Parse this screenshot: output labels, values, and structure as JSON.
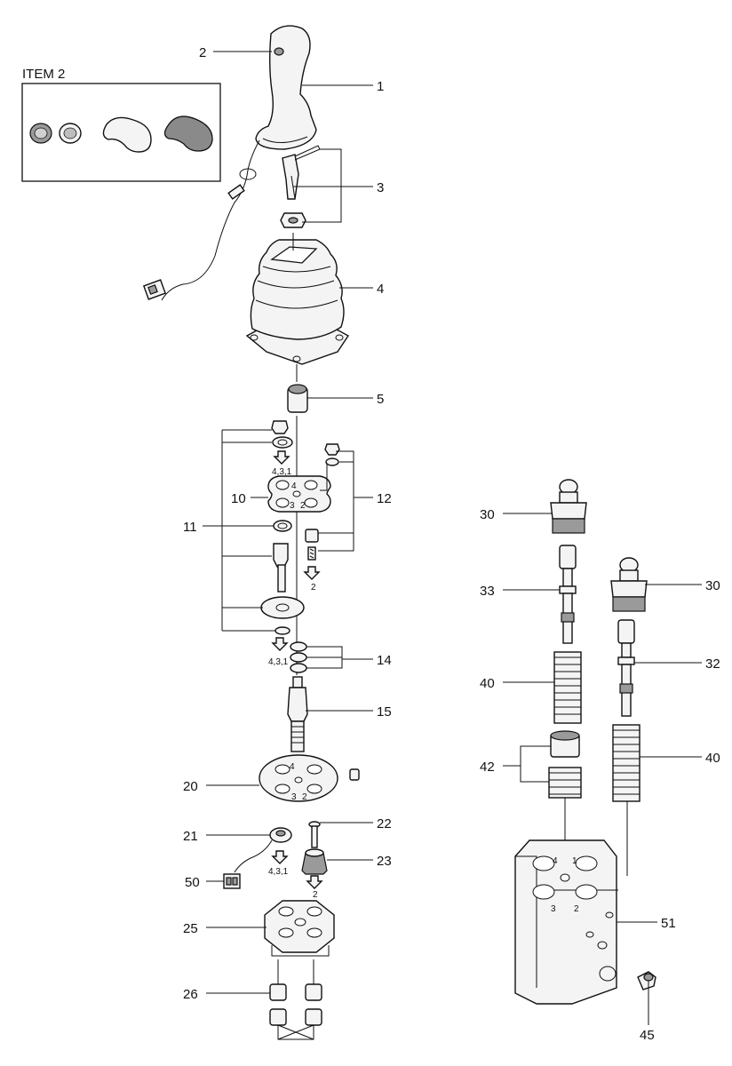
{
  "inset_title": "ITEM 2",
  "callouts": {
    "c1": "1",
    "c2": "2",
    "c3": "3",
    "c4": "4",
    "c5": "5",
    "c10": "10",
    "c11": "11",
    "c12": "12",
    "c14": "14",
    "c15": "15",
    "c20": "20",
    "c21": "21",
    "c22": "22",
    "c23": "23",
    "c25": "25",
    "c26": "26",
    "c50": "50",
    "c30a": "30",
    "c30b": "30",
    "c32": "32",
    "c33": "33",
    "c40a": "40",
    "c40b": "40",
    "c42": "42",
    "c51": "51",
    "c45": "45"
  },
  "port_marks": {
    "p431_a": "4,3,1",
    "p431_b": "4,3,1",
    "p431_c": "4,3,1",
    "p2_a": "2",
    "p2_b": "2",
    "plate10_4": "4",
    "plate10_3": "3",
    "plate10_2": "2",
    "plate20_4": "4",
    "plate20_3": "3",
    "plate20_2": "2",
    "body_4": "4",
    "body_1": "1",
    "body_3": "3",
    "body_2": "2"
  },
  "icons": [
    "flow-arrow-icon"
  ]
}
